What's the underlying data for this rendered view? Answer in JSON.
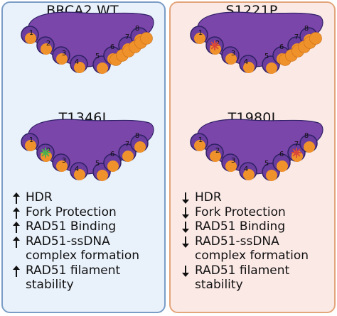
{
  "panels": [
    {
      "id": "left",
      "border": "#7a9cc6",
      "background": "#e9f1fb"
    },
    {
      "id": "right",
      "border": "#e3a57a",
      "background": "#fbe9e6"
    }
  ],
  "variants": [
    {
      "label": "BRCA2 WT",
      "mutation_site": null,
      "site_color": null
    },
    {
      "label": "S1221P",
      "mutation_site": "2",
      "site_color": "#d9473a"
    },
    {
      "label": "T1346I",
      "mutation_site": "2",
      "site_color": "#4caf50"
    },
    {
      "label": "T1980I",
      "mutation_site": "7",
      "site_color": "#d9473a"
    }
  ],
  "repeat_numbers": [
    "1",
    "2",
    "3",
    "4",
    "5",
    "6",
    "7",
    "8"
  ],
  "colors": {
    "brca2_body": "#7b46a9",
    "brc_repeat": "#6a3d9e",
    "rad51": "#f0922b",
    "outline": "#2f2166"
  },
  "effects_left": {
    "direction": "up",
    "items": [
      "HDR",
      "Fork Protection",
      "RAD51 Binding",
      "RAD51-ssDNA complex formation",
      "RAD51 filament stability"
    ],
    "lines": [
      [
        "HDR"
      ],
      [
        "Fork Protection"
      ],
      [
        "RAD51 Binding"
      ],
      [
        "RAD51-ssDNA",
        "complex formation"
      ],
      [
        "RAD51 filament",
        "stability"
      ]
    ]
  },
  "effects_right": {
    "direction": "down",
    "items": [
      "HDR",
      "Fork Protection",
      "RAD51 Binding",
      "RAD51-ssDNA complex formation",
      "RAD51 filament stability"
    ],
    "lines": [
      [
        "HDR"
      ],
      [
        "Fork Protection"
      ],
      [
        "RAD51 Binding"
      ],
      [
        "RAD51-ssDNA",
        "complex formation"
      ],
      [
        "RAD51 filament",
        "stability"
      ]
    ]
  }
}
